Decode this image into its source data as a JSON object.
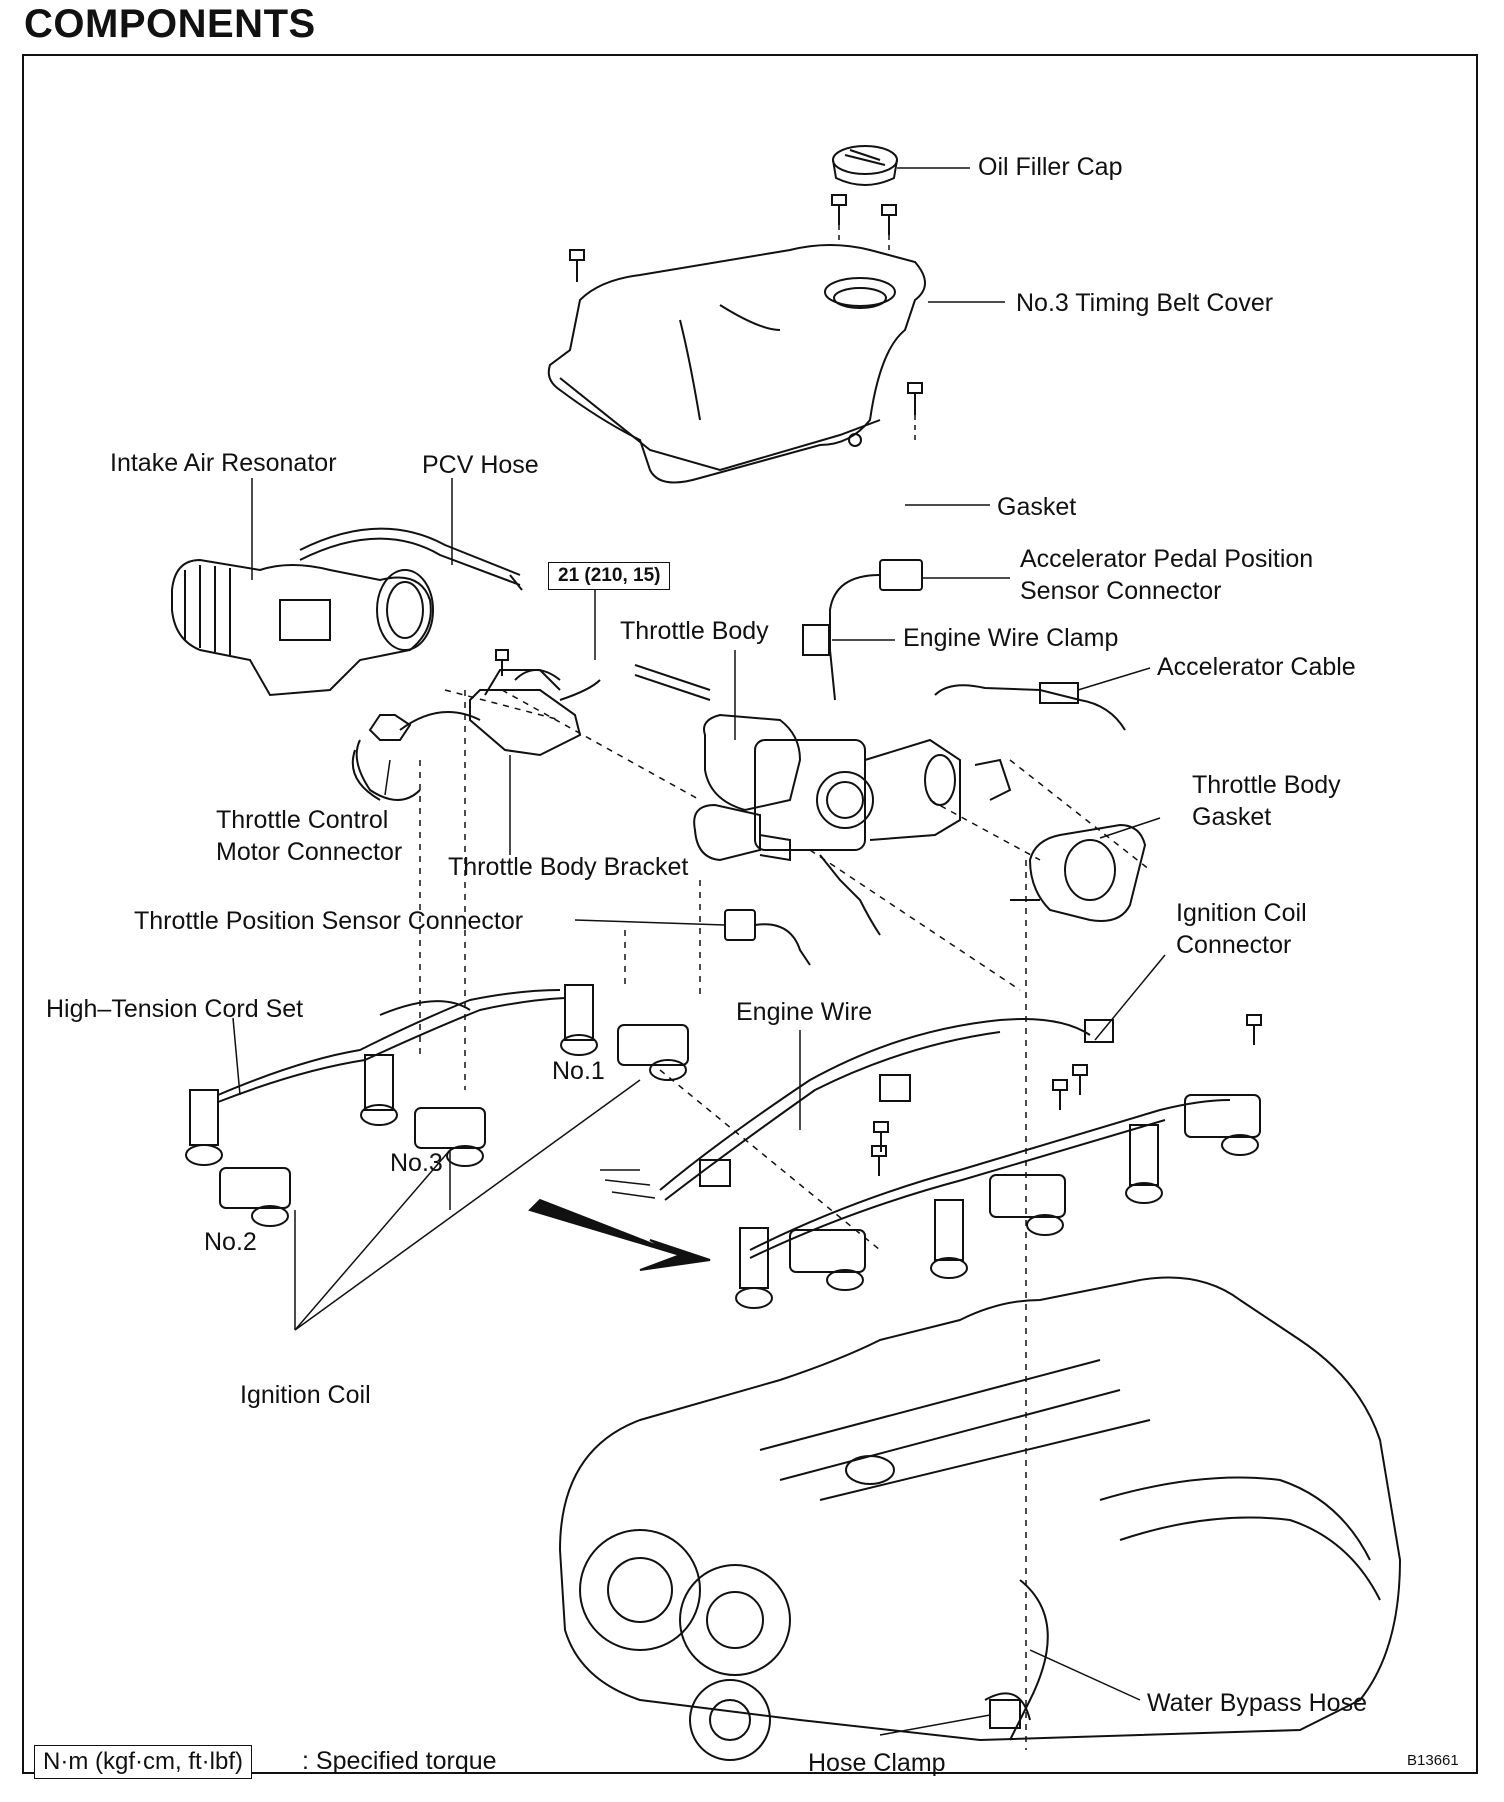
{
  "title": "COMPONENTS",
  "labels": {
    "oil_filler_cap": "Oil Filler Cap",
    "timing_belt_cover": "No.3 Timing Belt Cover",
    "intake_air_resonator": "Intake Air Resonator",
    "pcv_hose": "PCV Hose",
    "gasket": "Gasket",
    "apps_connector_line1": "Accelerator Pedal Position",
    "apps_connector_line2": "Sensor Connector",
    "throttle_body": "Throttle Body",
    "engine_wire_clamp": "Engine Wire Clamp",
    "accelerator_cable": "Accelerator Cable",
    "throttle_body_gasket_line1": "Throttle Body",
    "throttle_body_gasket_line2": "Gasket",
    "throttle_control_motor_line1": "Throttle Control",
    "throttle_control_motor_line2": "Motor Connector",
    "throttle_body_bracket": "Throttle Body Bracket",
    "throttle_position_sensor_connector": "Throttle Position Sensor Connector",
    "ignition_coil_connector_line1": "Ignition Coil",
    "ignition_coil_connector_line2": "Connector",
    "high_tension_cord_set": "High–Tension Cord Set",
    "engine_wire": "Engine Wire",
    "no1": "No.1",
    "no2": "No.2",
    "no3": "No.3",
    "ignition_coil": "Ignition Coil",
    "water_bypass_hose": "Water Bypass Hose",
    "hose_clamp": "Hose Clamp"
  },
  "torque_spec": "21 (210, 15)",
  "legend": {
    "unit_box": "N·m (kgf·cm, ft·lbf)",
    "text": ": Specified torque"
  },
  "figure_code": "B13661"
}
